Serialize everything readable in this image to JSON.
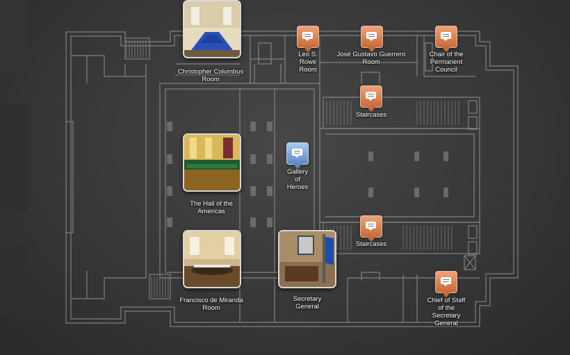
{
  "locations": [
    {
      "id": "christopher-columbus-room",
      "name": "Christopher Columbus Room",
      "line1": "Christopher Columbus",
      "line2": "Room",
      "marker": "photo"
    },
    {
      "id": "leo-s-rowe-room",
      "name": "Leo S. Rowe Room",
      "line1": "Leo S.",
      "line2": "Rowe",
      "line3": "Room",
      "marker": "orange"
    },
    {
      "id": "jose-gustavo-guerrero-room",
      "name": "José Gustavo Guerrero Room",
      "line1": "José Gustavo Guerrero",
      "line2": "Room",
      "marker": "orange"
    },
    {
      "id": "chair-of-the-permanent-council",
      "name": "Chair of the Permanent Council",
      "line1": "Chair of the",
      "line2": "Permanent",
      "line3": "Council",
      "marker": "orange"
    },
    {
      "id": "staircases-north",
      "name": "Staircases",
      "line1": "Staircases",
      "marker": "orange"
    },
    {
      "id": "hall-of-the-americas",
      "name": "The Hall of the Americas",
      "line1": "The Hall of the",
      "line2": "Americas",
      "marker": "photo"
    },
    {
      "id": "gallery-of-heroes",
      "name": "Gallery of Heroes",
      "line1": "Gallery",
      "line2": "of",
      "line3": "Heroes",
      "marker": "blue"
    },
    {
      "id": "staircases-south",
      "name": "Staircases",
      "line1": "Staircases",
      "marker": "orange"
    },
    {
      "id": "francisco-de-miranda-room",
      "name": "Francisco de Miranda Room",
      "line1": "Francisco de Miranda",
      "line2": "Room",
      "marker": "photo"
    },
    {
      "id": "secretary-general",
      "name": "Secretary General",
      "line1": "Secretary",
      "line2": "General",
      "marker": "photo"
    },
    {
      "id": "chief-of-staff",
      "name": "Chief of Staff of the Secretary General",
      "line1": "Chief of Staff",
      "line2": "of the",
      "line3": "Secretary",
      "line4": "General",
      "marker": "orange"
    }
  ],
  "icons": {
    "orange_marker": "speech-bubble-icon",
    "blue_marker": "speech-bubble-icon"
  },
  "colors": {
    "orange_marker": "#e08a56",
    "blue_marker": "#7fa7d9",
    "plan_lines": "#9a9a9a",
    "background": "#3a3a3a",
    "label_text": "#ffffff"
  }
}
